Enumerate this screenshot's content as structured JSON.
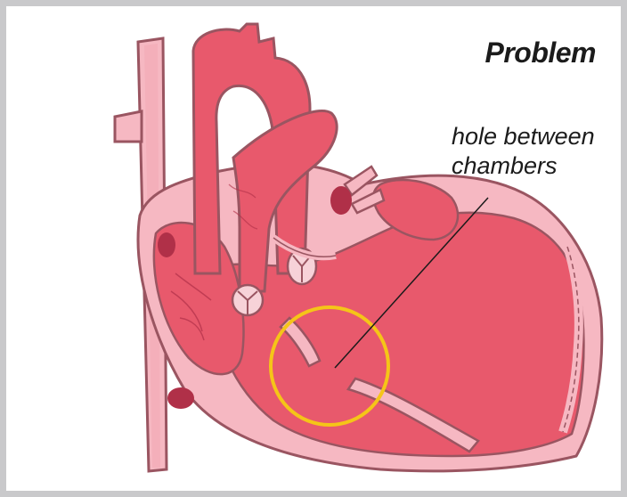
{
  "title": "Problem",
  "callout": {
    "line1": "hole between",
    "line2": "chambers"
  },
  "colors": {
    "frame": "#c9c9cb",
    "heart_outline": "#9a5561",
    "heart_wall": "#f6b8c2",
    "heart_chamber": "#e8596c",
    "vessel_light": "#f3a8b4",
    "vein_dark": "#b03048",
    "valve": "#f7d2d8",
    "highlight_circle": "#f5c518",
    "text": "#1b1b1b"
  },
  "icons": [
    "heart-illustration",
    "highlight-circle",
    "valve-icon"
  ]
}
